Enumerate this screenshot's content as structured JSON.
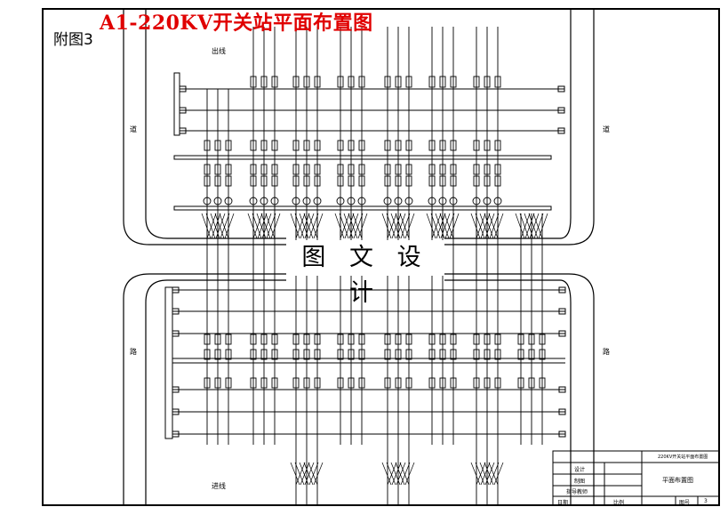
{
  "title": "A1-220KV开关站平面布置图",
  "sheet_label": "附图3",
  "watermark": "图 文 设 计",
  "labels": {
    "outgoing_line": "出线",
    "incoming_line": "进线",
    "road_left_top": "道",
    "road_left_bottom": "路",
    "road_right_top": "道",
    "road_right_bottom": "路"
  },
  "title_block": {
    "drawing_name_small": "220KV开关站平面布置图",
    "drawing_name": "平面布置图",
    "design": "设计",
    "drafting": "制图",
    "instructor": "指导教师",
    "date": "日期",
    "scale": "比例",
    "sheet_no": "图号",
    "sheet_value": "3"
  },
  "colors": {
    "title": "#e00000",
    "lines": "#000000"
  }
}
